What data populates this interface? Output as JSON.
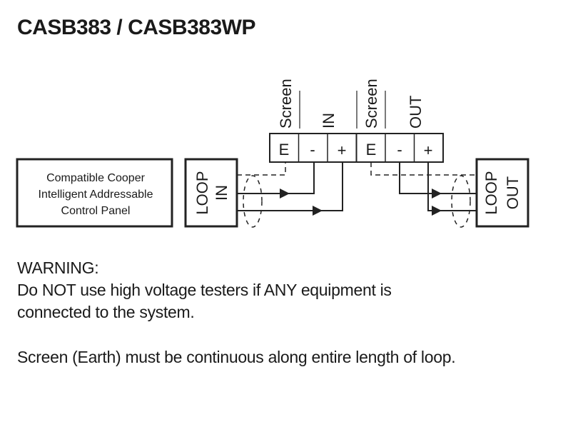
{
  "title": "CASB383 / CASB383WP",
  "terminals": {
    "group_labels": {
      "screen_in": "Screen",
      "in": "IN",
      "screen_out": "Screen",
      "out": "OUT"
    },
    "cells": [
      "E",
      "-",
      "+",
      "E",
      "-",
      "+"
    ]
  },
  "panel": {
    "lines": [
      "Compatible Cooper",
      "Intelligent Addressable",
      "Control Panel"
    ]
  },
  "loop_in": {
    "line1": "LOOP",
    "line2": "IN"
  },
  "loop_out": {
    "line1": "LOOP",
    "line2": "OUT"
  },
  "warning": {
    "heading": "WARNING:",
    "line1": "Do NOT use high voltage testers if ANY equipment is",
    "line2": "connected to the system.",
    "note": "Screen (Earth) must be continuous along entire length of loop."
  }
}
